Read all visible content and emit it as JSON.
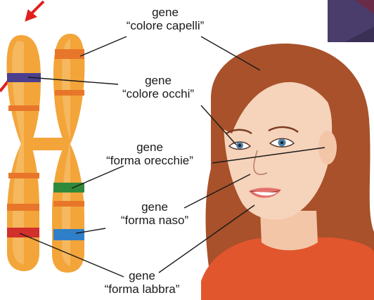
{
  "labels": {
    "hair": {
      "line1": "gene",
      "line2": "“colore capelli”"
    },
    "eyes": {
      "line1": "gene",
      "line2": "“colore occhi”"
    },
    "ears": {
      "line1": "gene",
      "line2": "“forma orecchie”"
    },
    "nose": {
      "line1": "gene",
      "line2": "“forma naso”"
    },
    "lips": {
      "line1": "gene",
      "line2": "“forma labbra”"
    }
  },
  "colors": {
    "chromosome": "#f3a53a",
    "chromosome_light": "#f7c477",
    "band_orange": "#e8762a",
    "band_purple": "#4b3f8e",
    "band_green": "#2e8a3a",
    "band_blue": "#2f7fc8",
    "band_red": "#d2302b",
    "hair": "#a8512b",
    "skin": "#f6d3bb",
    "shirt": "#e2562d",
    "arrow": "#e0201d",
    "corner_thumb": "#3a2f55"
  }
}
